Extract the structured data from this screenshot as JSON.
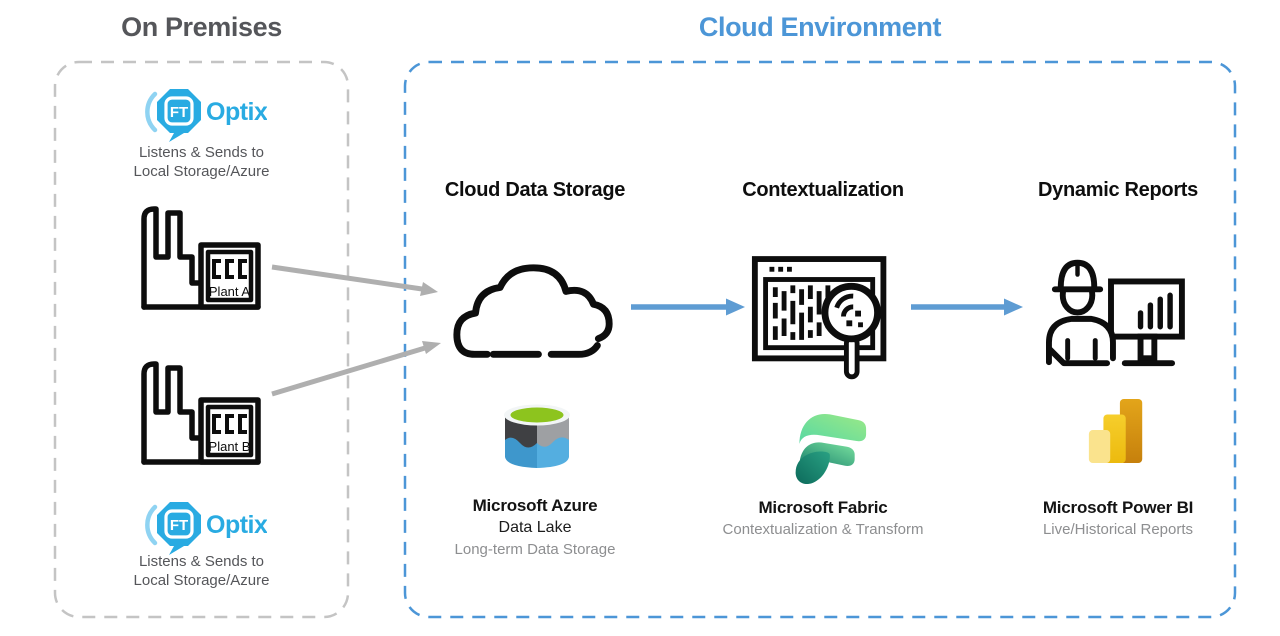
{
  "titles": {
    "on_premises": "On Premises",
    "cloud_environment": "Cloud Environment"
  },
  "brand": {
    "optix": {
      "badge": "FT",
      "name": "Optix"
    }
  },
  "on_premises": {
    "gateway_caption": {
      "line1": "Listens & Sends to",
      "line2": "Local Storage/Azure"
    },
    "plants": [
      {
        "label": "Plant A"
      },
      {
        "label": "Plant B"
      }
    ]
  },
  "cloud": {
    "columns": [
      {
        "header": "Cloud Data Storage",
        "product": "Microsoft Azure",
        "product_line2": "Data Lake",
        "subtitle": "Long-term Data Storage"
      },
      {
        "header": "Contextualization",
        "product": "Microsoft Fabric",
        "subtitle": "Contextualization & Transform"
      },
      {
        "header": "Dynamic Reports",
        "product": "Microsoft Power BI",
        "subtitle": "Live/Historical Reports"
      }
    ]
  },
  "icons": {
    "optix_logo": "ft-optix-logo",
    "factory": "factory-icon",
    "cloud": "cloud-icon",
    "contextualization": "data-search-icon",
    "dynamic_reports": "engineer-monitor-icon",
    "azure_data_lake": "azure-data-lake-icon",
    "fabric": "microsoft-fabric-logo",
    "power_bi": "power-bi-logo"
  },
  "colors": {
    "accent_blue": "#4C96D7",
    "arrow_blue": "#5E9CD3",
    "arrow_gray": "#AFAFAF",
    "boundary_gray": "#C4C4C4",
    "optix_blue": "#29ABE2",
    "title_gray": "#55565A",
    "subtitle_gray": "#8D8E90",
    "icon_black": "#0d0d0d",
    "azure_green": "#8DC41E",
    "azure_blue": "#4FA8DC",
    "fabric_teal": "#117865",
    "powerbi_yellow": "#F2C811"
  }
}
